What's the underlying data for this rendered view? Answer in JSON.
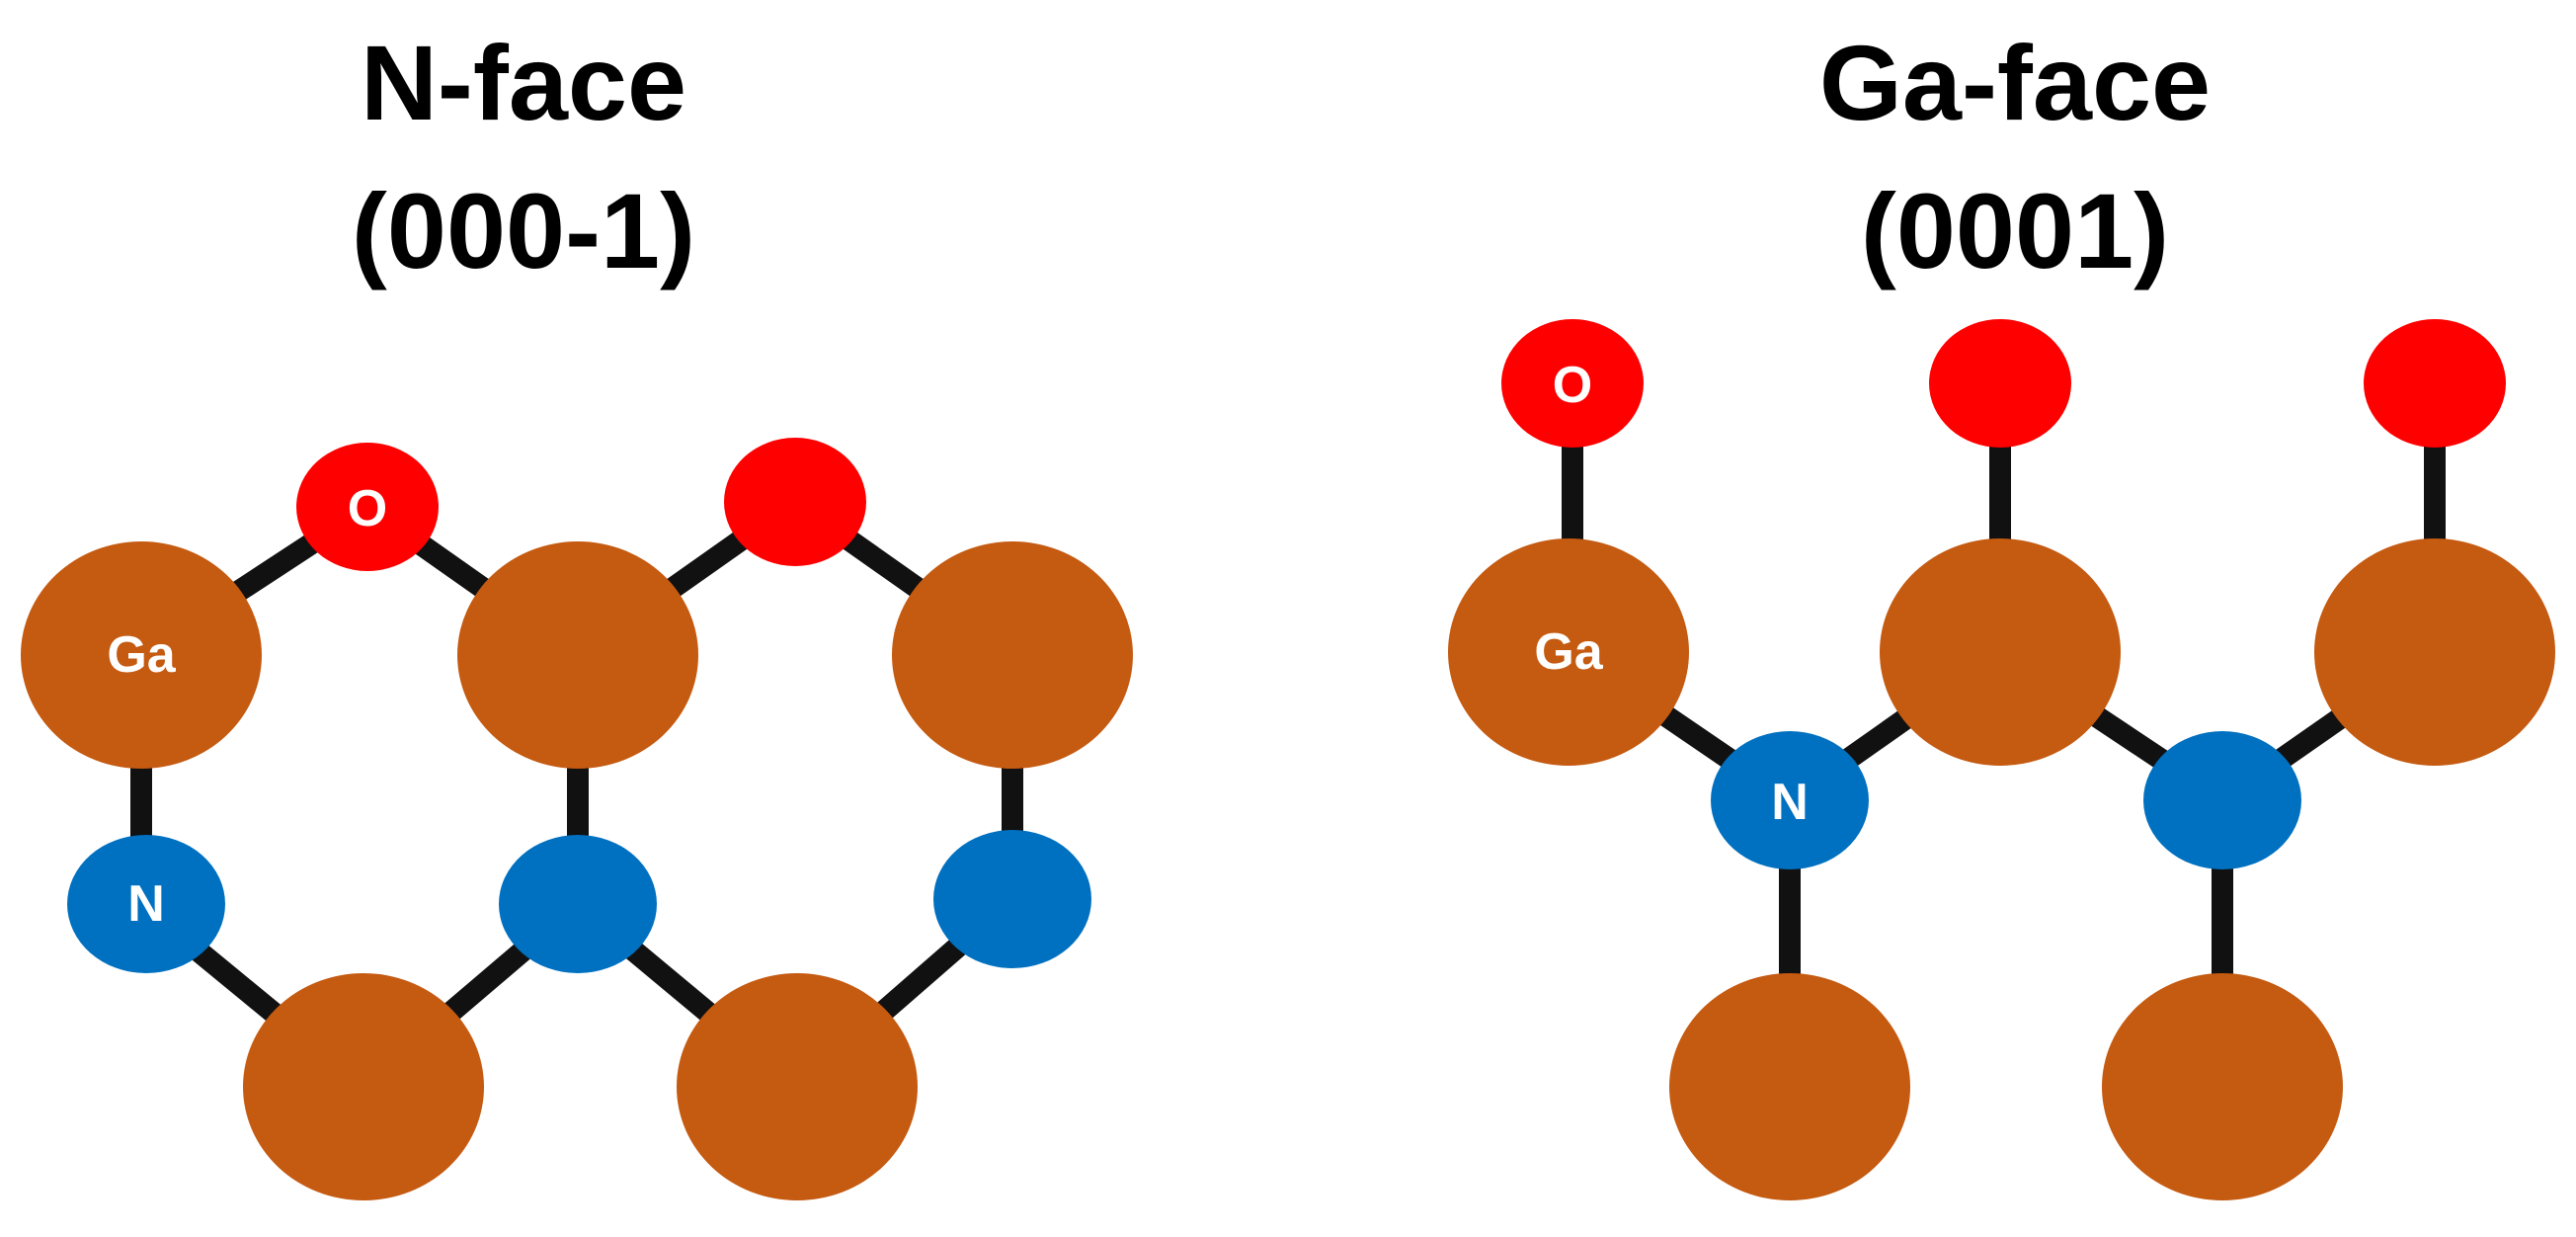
{
  "panels": {
    "left": {
      "title_line1": "N-face",
      "title_line2": "(000-1)"
    },
    "right": {
      "title_line1": "Ga-face",
      "title_line2": "(0001)"
    }
  },
  "atom_labels": {
    "ga": "Ga",
    "n": "N",
    "o": "O"
  },
  "colors": {
    "ga": "#C55A11",
    "n": "#0070C0",
    "o": "#FF0000",
    "bond": "#111111",
    "label": "#FFFFFF"
  }
}
